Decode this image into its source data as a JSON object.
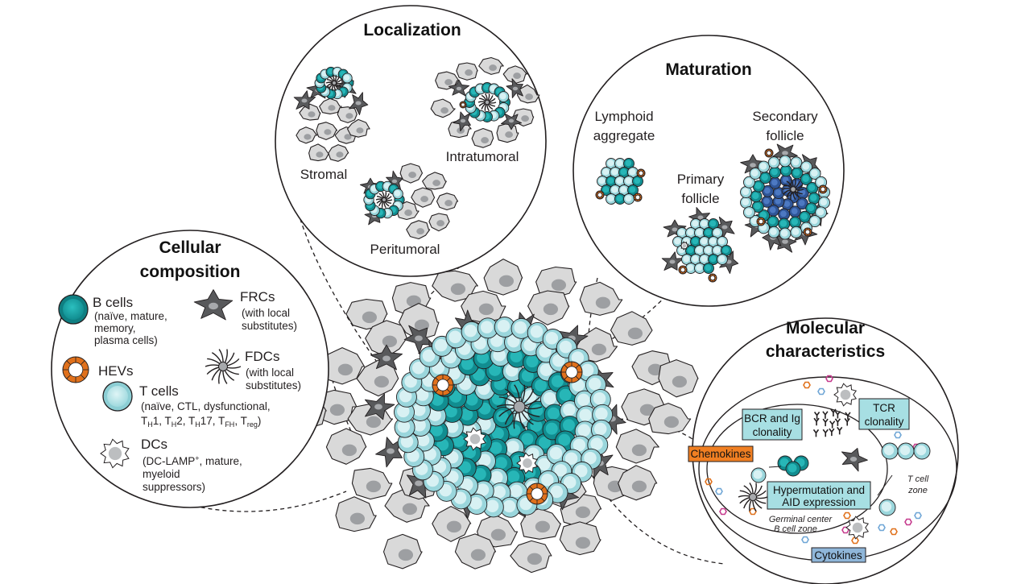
{
  "colors": {
    "b_cell": "#1aa7a8",
    "b_cell_light": "#9fdcdc",
    "t_cell": "#b9e6ea",
    "hev": "#e0711c",
    "frc": "#58595b",
    "dc": "#a7a9ac",
    "stroma": "#d9d9d9",
    "germinal": "#2f5597",
    "box_teal": "#a7dfe3",
    "box_orange": "#f07f22",
    "box_blue": "#8fb6d9"
  },
  "localization": {
    "title": "Localization",
    "stromal": "Stromal",
    "intratumoral": "Intratumoral",
    "peritumoral": "Peritumoral"
  },
  "maturation": {
    "title": "Maturation",
    "lymphoid_aggregate": [
      "Lymphoid",
      "aggregate"
    ],
    "primary_follicle": [
      "Primary",
      "follicle"
    ],
    "secondary_follicle": [
      "Secondary",
      "follicle"
    ]
  },
  "cellular": {
    "title": [
      "Cellular",
      "composition"
    ],
    "b_cells": {
      "label": "B cells",
      "desc": [
        "(naïve, mature,",
        "memory,",
        "plasma cells)"
      ],
      "icon": "b-cell-icon"
    },
    "hevs": {
      "label": "HEVs",
      "icon": "hev-icon"
    },
    "t_cells": {
      "label": "T cells",
      "desc_line1": "(naïve, CTL, dysfunctional,",
      "th": "T",
      "th1": "H",
      "th1_after": "1, T",
      "th2": "H",
      "th2_after": "2, T",
      "th17": "H",
      "th17_after": "17, T",
      "tfh": "FH",
      "tfh_after": ", T",
      "treg": "reg",
      "treg_after": ")",
      "icon": "t-cell-icon"
    },
    "dcs": {
      "label": "DCs",
      "desc_line1_pre": "(DC-LAMP",
      "desc_line1_sup": "+",
      "desc_line1_post": ", mature,",
      "desc_rest": [
        "myeloid",
        "suppressors)"
      ],
      "icon": "dc-icon"
    },
    "frcs": {
      "label": "FRCs",
      "desc": [
        "(with local",
        "substitutes)"
      ],
      "icon": "frc-icon"
    },
    "fdcs": {
      "label": "FDCs",
      "desc": [
        "(with local",
        "substitutes)"
      ],
      "icon": "fdc-icon"
    }
  },
  "molecular": {
    "title": [
      "Molecular",
      "characteristics"
    ],
    "bcr": [
      "BCR and Ig",
      "clonality"
    ],
    "tcr": [
      "TCR",
      "clonality"
    ],
    "chemokines": "Chemokines",
    "hypermutation": [
      "Hypermutation and",
      "AID expression"
    ],
    "germinal_center": [
      "Germinal center",
      "B cell zone"
    ],
    "t_zone": [
      "T cell",
      "zone"
    ],
    "cytokines": "Cytokines"
  }
}
